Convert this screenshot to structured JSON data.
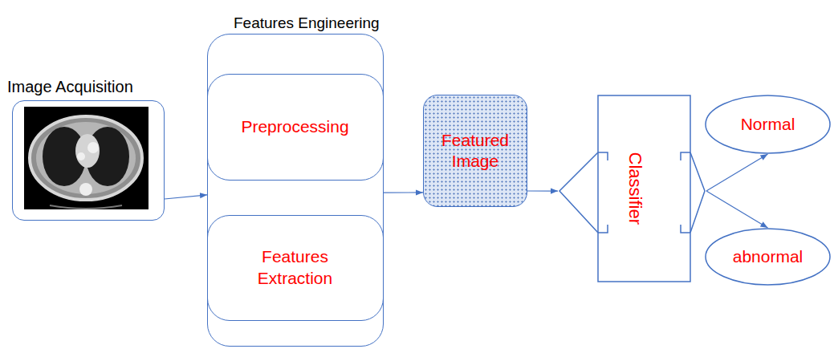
{
  "diagram": {
    "nodes": [
      {
        "text": [
          "Image Acquisition"
        ]
      },
      {
        "text": [
          "Features Engineering"
        ]
      },
      {
        "text": [
          "Preprocessing"
        ],
        "in": 1
      },
      {
        "text": [
          "Features Extraction"
        ],
        "in": 1
      },
      {
        "text": [
          "Featured Image"
        ]
      },
      {
        "text": [
          "Classifier"
        ]
      },
      {
        "text": [
          "Normal"
        ]
      },
      {
        "text": [
          "abnormal"
        ]
      }
    ],
    "edges": [
      {
        "from": 0,
        "to": 1,
        "arrow": "to"
      },
      {
        "from": 1,
        "to": 4,
        "arrow": "to"
      },
      {
        "from": 4,
        "to": 5,
        "arrow": "to"
      },
      {
        "from": 5,
        "to": 6,
        "arrow": "to"
      },
      {
        "from": 5,
        "to": 7,
        "arrow": "to"
      }
    ]
  }
}
